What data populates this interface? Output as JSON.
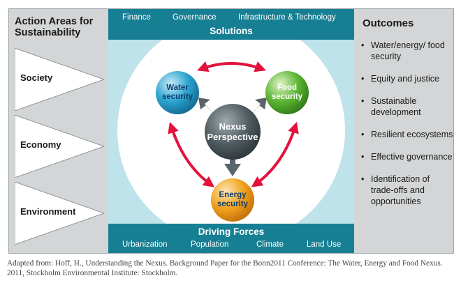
{
  "left_panel": {
    "title_line1": "Action Areas for",
    "title_line2": "Sustainability",
    "areas": [
      "Society",
      "Economy",
      "Environment"
    ]
  },
  "solutions": {
    "items": [
      "Finance",
      "Governance",
      "Infrastructure & Technology"
    ],
    "title": "Solutions"
  },
  "driving_forces": {
    "title": "Driving Forces",
    "items": [
      "Urbanization",
      "Population",
      "Climate",
      "Land Use"
    ]
  },
  "nodes": {
    "water_line1": "Water",
    "water_line2": "security",
    "food_line1": "Food",
    "food_line2": "security",
    "energy_line1": "Energy",
    "energy_line2": "security",
    "nexus_line1": "Nexus",
    "nexus_line2": "Perspective"
  },
  "outcomes": {
    "title": "Outcomes",
    "items": [
      "Water/energy/ food security",
      "Equity and justice",
      "Sustainable development",
      "Resilient ecosystems",
      "Effective governance",
      "Identification of trade-offs and opportunities"
    ]
  },
  "caption": "Adapted from: Hoff, H., Understanding the Nexus. Background Paper for the Bonn2011 Conference: The Water, Energy and Food Nexus. 2011, Stockholm Environmental Institute: Stockholm.",
  "colors": {
    "band": "#177f93",
    "panel": "#d3d5d6",
    "center_bg": "#bfe3ea",
    "arrow_red": "#e3123c",
    "water": "#2aa3cf",
    "food": "#5cb531",
    "energy": "#f1a21c",
    "nexus": "#4f5b60"
  }
}
